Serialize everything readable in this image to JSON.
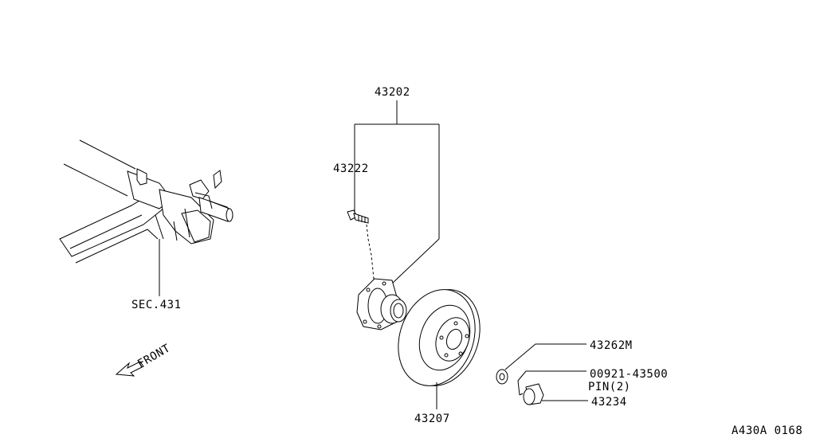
{
  "diagram": {
    "labels": {
      "hub_assembly": "43202",
      "hub_bolt": "43222",
      "axle_section": "SEC.431",
      "front": "FRONT",
      "disc_rotor": "43207",
      "hub_nut": "43262M",
      "pin_number": "00921-43500",
      "pin_qty": "PIN(2)",
      "hub_cap": "43234",
      "figure_id": "A430A 0168"
    }
  }
}
